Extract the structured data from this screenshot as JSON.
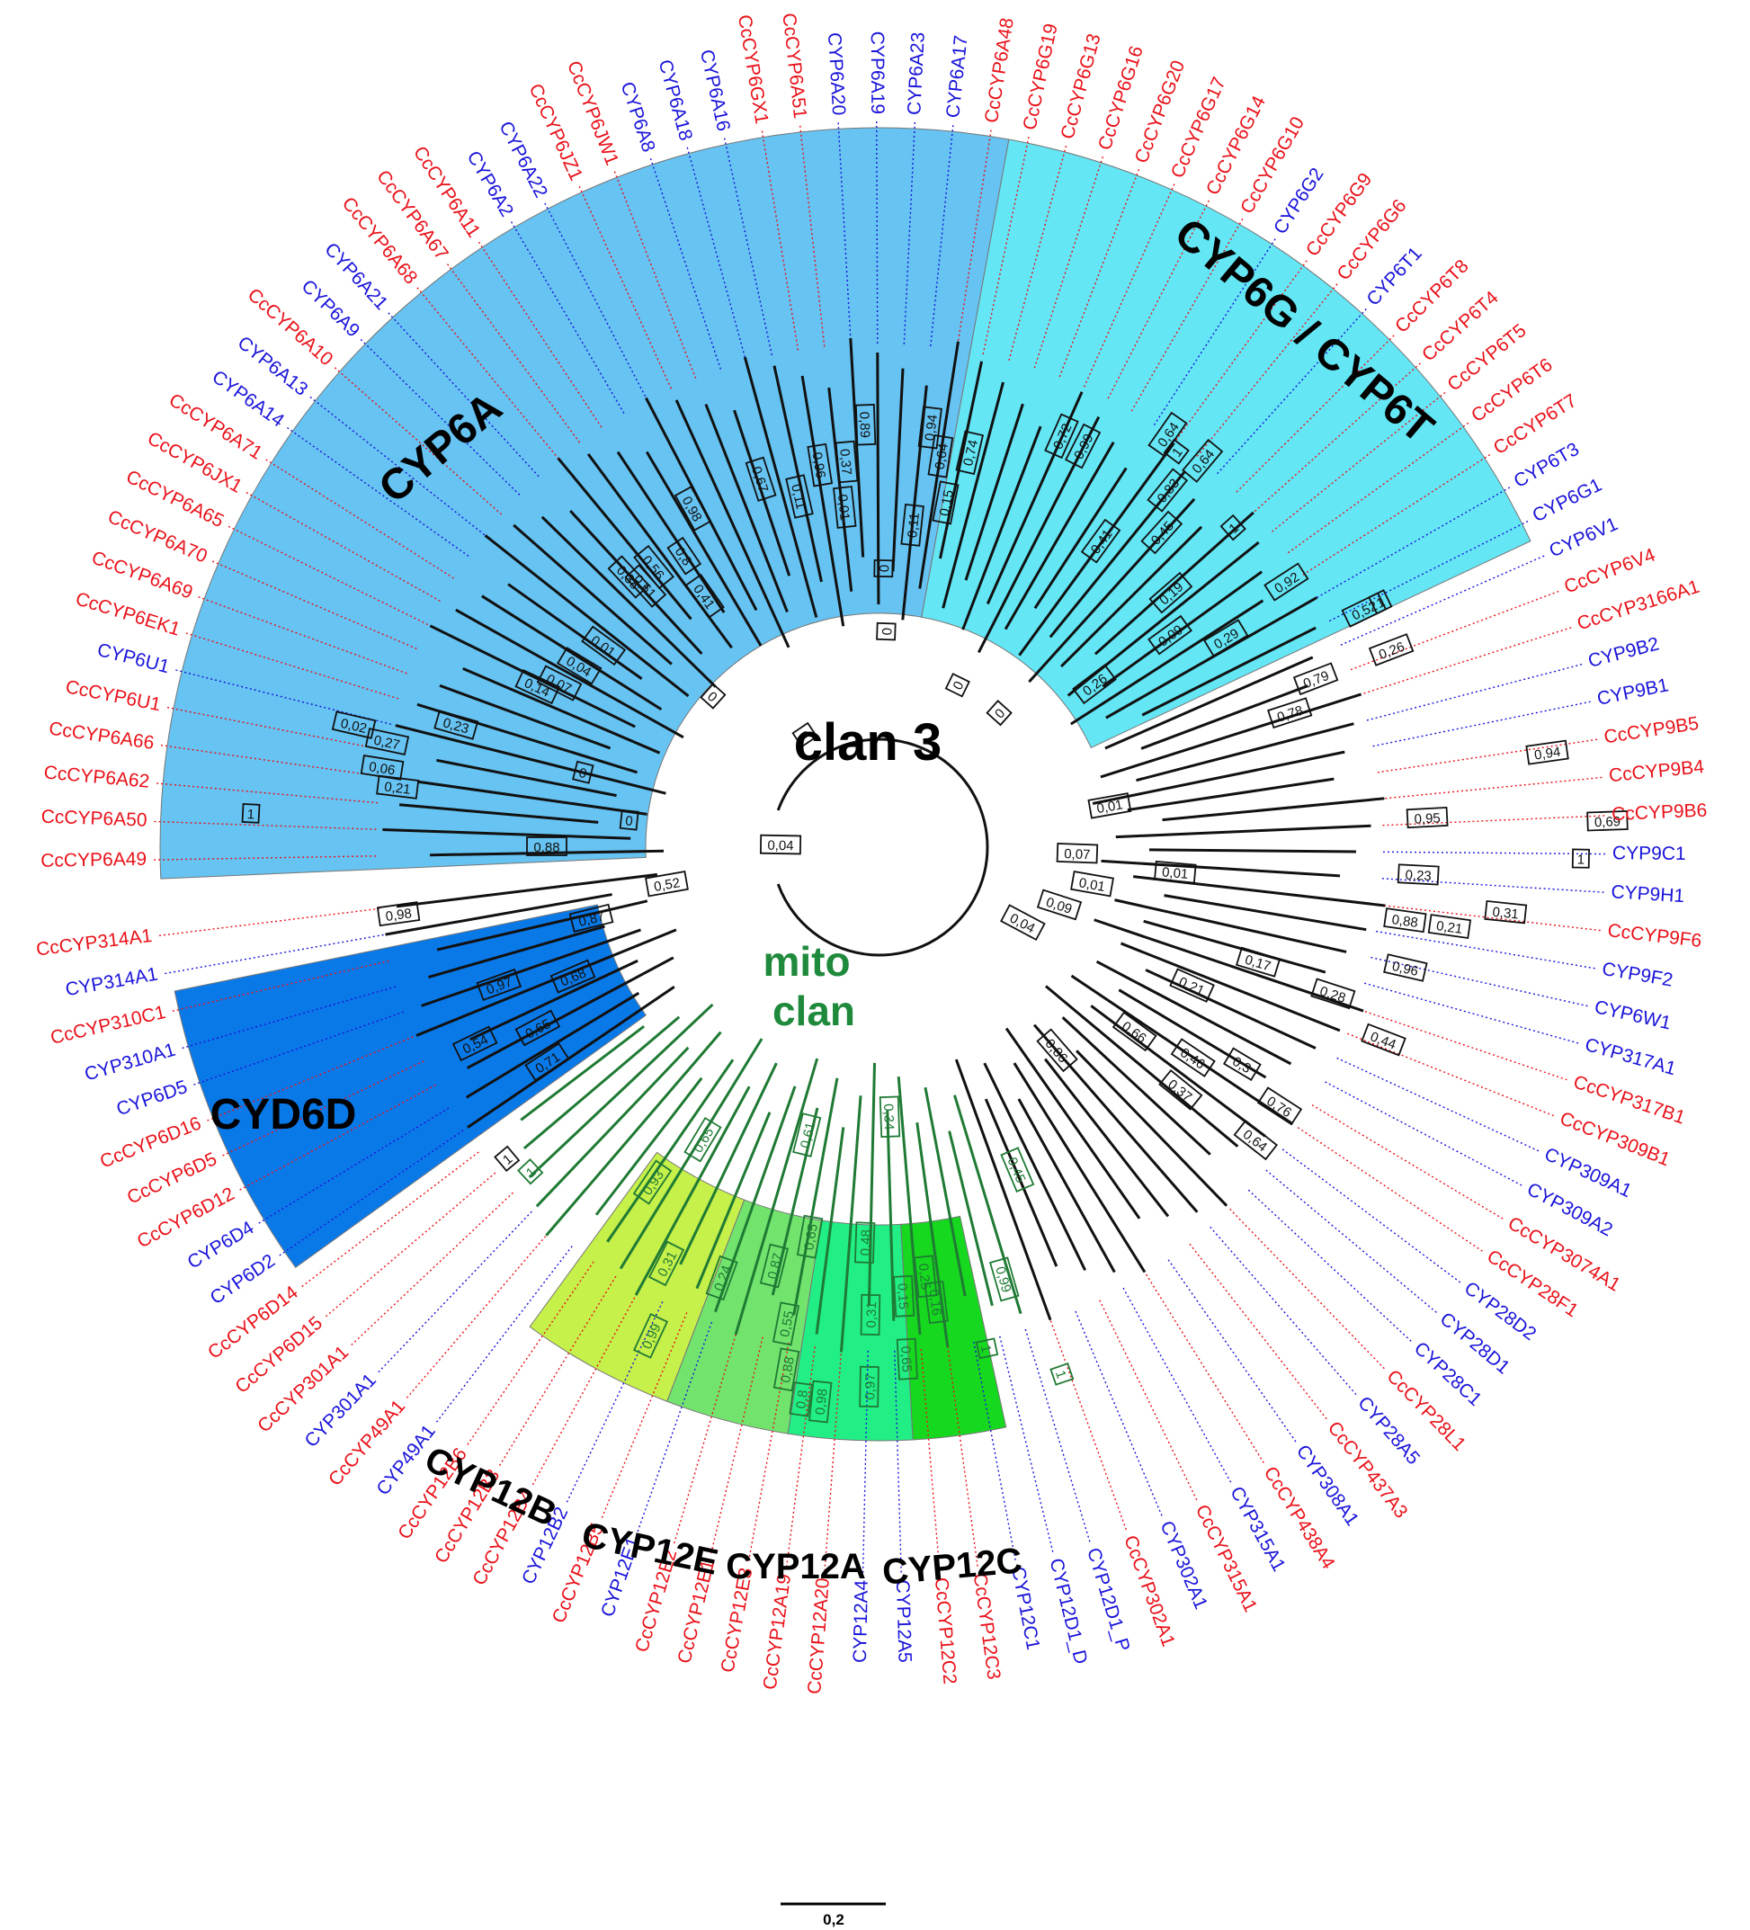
{
  "colors": {
    "cc": "#e8121a",
    "dm": "#1a14d8",
    "branch": "#111111",
    "mito_branch": "#1f7a34",
    "mito_label": "#1f8a3c",
    "cyp6a": "#66c3f2",
    "cyp6g": "#64e6f5",
    "cyd6d": "#0a79e8",
    "cyp12b": "#c6f04a",
    "cyp12e": "#72e46e",
    "cyp12a": "#22ee86",
    "cyp12c": "#16d81e"
  },
  "leaves": [
    {
      "name": "CcCYP6A49",
      "src": "cc"
    },
    {
      "name": "CcCYP6A50",
      "src": "cc"
    },
    {
      "name": "CcCYP6A62",
      "src": "cc"
    },
    {
      "name": "CcCYP6A66",
      "src": "cc"
    },
    {
      "name": "CcCYP6U1",
      "src": "cc"
    },
    {
      "name": "CYP6U1",
      "src": "dm"
    },
    {
      "name": "CcCYP6EK1",
      "src": "cc"
    },
    {
      "name": "CcCYP6A69",
      "src": "cc"
    },
    {
      "name": "CcCYP6A70",
      "src": "cc"
    },
    {
      "name": "CcCYP6A65",
      "src": "cc"
    },
    {
      "name": "CcCYP6JX1",
      "src": "cc"
    },
    {
      "name": "CcCYP6A71",
      "src": "cc"
    },
    {
      "name": "CYP6A14",
      "src": "dm"
    },
    {
      "name": "CYP6A13",
      "src": "dm"
    },
    {
      "name": "CcCYP6A10",
      "src": "cc"
    },
    {
      "name": "CYP6A9",
      "src": "dm"
    },
    {
      "name": "CYP6A21",
      "src": "dm"
    },
    {
      "name": "CcCYP6A68",
      "src": "cc"
    },
    {
      "name": "CcCYP6A67",
      "src": "cc"
    },
    {
      "name": "CcCYP6A11",
      "src": "cc"
    },
    {
      "name": "CYP6A2",
      "src": "dm"
    },
    {
      "name": "CYP6A22",
      "src": "dm"
    },
    {
      "name": "CcCYP6JZ1",
      "src": "cc"
    },
    {
      "name": "CcCYP6JW1",
      "src": "cc"
    },
    {
      "name": "CYP6A8",
      "src": "dm"
    },
    {
      "name": "CYP6A18",
      "src": "dm"
    },
    {
      "name": "CYP6A16",
      "src": "dm"
    },
    {
      "name": "CcCYP6GX1",
      "src": "cc"
    },
    {
      "name": "CcCYP6A51",
      "src": "cc"
    },
    {
      "name": "CYP6A20",
      "src": "dm"
    },
    {
      "name": "CYP6A19",
      "src": "dm"
    },
    {
      "name": "CYP6A23",
      "src": "dm"
    },
    {
      "name": "CYP6A17",
      "src": "dm"
    },
    {
      "name": "CcCYP6A48",
      "src": "cc"
    },
    {
      "name": "CcCYP6G19",
      "src": "cc"
    },
    {
      "name": "CcCYP6G13",
      "src": "cc"
    },
    {
      "name": "CcCYP6G16",
      "src": "cc"
    },
    {
      "name": "CcCYP6G20",
      "src": "cc"
    },
    {
      "name": "CcCYP6G17",
      "src": "cc"
    },
    {
      "name": "CcCYP6G14",
      "src": "cc"
    },
    {
      "name": "CcCYP6G10",
      "src": "cc"
    },
    {
      "name": "CYP6G2",
      "src": "dm"
    },
    {
      "name": "CcCYP6G9",
      "src": "cc"
    },
    {
      "name": "CcCYP6G6",
      "src": "cc"
    },
    {
      "name": "CYP6T1",
      "src": "dm"
    },
    {
      "name": "CcCYP6T8",
      "src": "cc"
    },
    {
      "name": "CcCYP6T4",
      "src": "cc"
    },
    {
      "name": "CcCYP6T5",
      "src": "cc"
    },
    {
      "name": "CcCYP6T6",
      "src": "cc"
    },
    {
      "name": "CcCYP6T7",
      "src": "cc"
    },
    {
      "name": "CYP6T3",
      "src": "dm"
    },
    {
      "name": "CYP6G1",
      "src": "dm"
    },
    {
      "name": "CYP6V1",
      "src": "dm"
    },
    {
      "name": "CcCYP6V4",
      "src": "cc"
    },
    {
      "name": "CcCYP3166A1",
      "src": "cc"
    },
    {
      "name": "CYP9B2",
      "src": "dm"
    },
    {
      "name": "CYP9B1",
      "src": "dm"
    },
    {
      "name": "CcCYP9B5",
      "src": "cc"
    },
    {
      "name": "CcCYP9B4",
      "src": "cc"
    },
    {
      "name": "CcCYP9B6",
      "src": "cc"
    },
    {
      "name": "CYP9C1",
      "src": "dm"
    },
    {
      "name": "CYP9H1",
      "src": "dm"
    },
    {
      "name": "CcCYP9F6",
      "src": "cc"
    },
    {
      "name": "CYP9F2",
      "src": "dm"
    },
    {
      "name": "CYP6W1",
      "src": "dm"
    },
    {
      "name": "CYP317A1",
      "src": "dm"
    },
    {
      "name": "CcCYP317B1",
      "src": "cc"
    },
    {
      "name": "CcCYP309B1",
      "src": "cc"
    },
    {
      "name": "CYP309A1",
      "src": "dm"
    },
    {
      "name": "CYP309A2",
      "src": "dm"
    },
    {
      "name": "CcCYP3074A1",
      "src": "cc"
    },
    {
      "name": "CcCYP28F1",
      "src": "cc"
    },
    {
      "name": "CYP28D2",
      "src": "dm"
    },
    {
      "name": "CYP28D1",
      "src": "dm"
    },
    {
      "name": "CYP28C1",
      "src": "dm"
    },
    {
      "name": "CcCYP28L1",
      "src": "cc"
    },
    {
      "name": "CYP28A5",
      "src": "dm"
    },
    {
      "name": "CcCYP437A3",
      "src": "cc"
    },
    {
      "name": "CYP308A1",
      "src": "dm"
    },
    {
      "name": "CcCYP438A4",
      "src": "cc"
    },
    {
      "name": "CYP315A1",
      "src": "dm"
    },
    {
      "name": "CcCYP315A1",
      "src": "cc"
    },
    {
      "name": "CYP302A1",
      "src": "dm"
    },
    {
      "name": "CcCYP302A1",
      "src": "cc"
    },
    {
      "name": "CYP12D1_P",
      "src": "dm"
    },
    {
      "name": "CYP12D1_D",
      "src": "dm"
    },
    {
      "name": "CYP12C1",
      "src": "dm"
    },
    {
      "name": "CcCYP12C3",
      "src": "cc"
    },
    {
      "name": "CcCYP12C2",
      "src": "cc"
    },
    {
      "name": "CYP12A5",
      "src": "dm"
    },
    {
      "name": "CYP12A4",
      "src": "dm"
    },
    {
      "name": "CcCYP12A20",
      "src": "cc"
    },
    {
      "name": "CcCYP12A19",
      "src": "cc"
    },
    {
      "name": "CcCYP12E3",
      "src": "cc"
    },
    {
      "name": "CcCYP12E1",
      "src": "cc"
    },
    {
      "name": "CcCYP12E2",
      "src": "cc"
    },
    {
      "name": "CYP12E1",
      "src": "dm"
    },
    {
      "name": "CcCYP12B5",
      "src": "cc"
    },
    {
      "name": "CYP12B2",
      "src": "dm"
    },
    {
      "name": "CcCYP12B4",
      "src": "cc"
    },
    {
      "name": "CcCYP12B3",
      "src": "cc"
    },
    {
      "name": "CcCYP12B6",
      "src": "cc"
    },
    {
      "name": "CYP49A1",
      "src": "dm"
    },
    {
      "name": "CcCYP49A1",
      "src": "cc"
    },
    {
      "name": "CYP301A1",
      "src": "dm"
    },
    {
      "name": "CcCYP301A1",
      "src": "cc"
    },
    {
      "name": "CcCYP6D15",
      "src": "cc"
    },
    {
      "name": "CcCYP6D14",
      "src": "cc"
    },
    {
      "name": "CYP6D2",
      "src": "dm"
    },
    {
      "name": "CYP6D4",
      "src": "dm"
    },
    {
      "name": "CcCYP6D12",
      "src": "cc"
    },
    {
      "name": "CcCYP6D5",
      "src": "cc"
    },
    {
      "name": "CcCYP6D16",
      "src": "cc"
    },
    {
      "name": "CYP6D5",
      "src": "dm"
    },
    {
      "name": "CYP310A1",
      "src": "dm"
    },
    {
      "name": "CcCYP310C1",
      "src": "cc"
    },
    {
      "name": "CYP314A1",
      "src": "dm"
    },
    {
      "name": "CcCYP314A1",
      "src": "cc"
    }
  ],
  "clades": [
    {
      "label": "CYP6A",
      "color": "cyp6a",
      "from": 0,
      "to": 33
    },
    {
      "label": "CYP6G / CYP6T",
      "color": "cyp6g",
      "from": 34,
      "to": 51
    },
    {
      "label": "CYD6D",
      "color": "cyd6d",
      "from": 108,
      "to": 115
    },
    {
      "label": "CYP12B",
      "color": "cyp12b",
      "from": 97,
      "to": 101
    },
    {
      "label": "CYP12E",
      "color": "cyp12e",
      "from": 93,
      "to": 96
    },
    {
      "label": "CYP12A",
      "color": "cyp12a",
      "from": 89,
      "to": 92
    },
    {
      "label": "CYP12C",
      "color": "cyp12c",
      "from": 86,
      "to": 88
    }
  ],
  "clan_labels": {
    "clan3": "clan 3",
    "mito_line1": "mito",
    "mito_line2": "clan"
  },
  "supports": [
    {
      "v": "0,88",
      "a": 180,
      "r": 370
    },
    {
      "v": "0,21",
      "a": 187,
      "r": 540
    },
    {
      "v": "0,06",
      "a": 189,
      "r": 560
    },
    {
      "v": "0,27",
      "a": 192,
      "r": 560
    },
    {
      "v": "0,02",
      "a": 193,
      "r": 600
    },
    {
      "v": "0,23",
      "a": 196,
      "r": 490
    },
    {
      "v": "0",
      "a": 194,
      "r": 340
    },
    {
      "v": "0",
      "a": 186,
      "r": 280
    },
    {
      "v": "0,14",
      "a": 205,
      "r": 420
    },
    {
      "v": "0,07",
      "a": 207,
      "r": 400
    },
    {
      "v": "0,04",
      "a": 211,
      "r": 390
    },
    {
      "v": "0,01",
      "a": 216,
      "r": 380
    },
    {
      "v": "0",
      "a": 222,
      "r": 250
    },
    {
      "v": "0,41",
      "a": 235,
      "r": 340
    },
    {
      "v": "0,61",
      "a": 228,
      "r": 390
    },
    {
      "v": "0,38",
      "a": 227,
      "r": 410
    },
    {
      "v": "0,56",
      "a": 231,
      "r": 400
    },
    {
      "v": "0,8",
      "a": 236,
      "r": 390
    },
    {
      "v": "0,98",
      "a": 241,
      "r": 430
    },
    {
      "v": "0",
      "a": 236,
      "r": 150
    },
    {
      "v": "0,67",
      "a": 252,
      "r": 430
    },
    {
      "v": "0,11",
      "a": 257,
      "r": 400
    },
    {
      "v": "0,96",
      "a": 261,
      "r": 430
    },
    {
      "v": "0,37",
      "a": 265,
      "r": 430
    },
    {
      "v": "0,01",
      "a": 264,
      "r": 380
    },
    {
      "v": "0,89",
      "a": 268,
      "r": 470
    },
    {
      "v": "0",
      "a": 271,
      "r": 310
    },
    {
      "v": "0,11",
      "a": 276,
      "r": 360
    },
    {
      "v": "0,94",
      "a": 277,
      "r": 470
    },
    {
      "v": "0,64",
      "a": 279,
      "r": 440
    },
    {
      "v": "0,74",
      "a": 283,
      "r": 450
    },
    {
      "v": "0,15",
      "a": 281,
      "r": 390
    },
    {
      "v": "0",
      "a": 272,
      "r": 240
    },
    {
      "v": "0,72",
      "a": 294,
      "r": 500
    },
    {
      "v": "0,99",
      "a": 297,
      "r": 500
    },
    {
      "v": "0,64",
      "a": 305,
      "r": 560
    },
    {
      "v": "1",
      "a": 307,
      "r": 550
    },
    {
      "v": "0,64",
      "a": 310,
      "r": 560
    },
    {
      "v": "0,83",
      "a": 309,
      "r": 510
    },
    {
      "v": "0,45",
      "a": 312,
      "r": 470
    },
    {
      "v": "1",
      "a": 318,
      "r": 530
    },
    {
      "v": "0,41",
      "a": 306,
      "r": 420
    },
    {
      "v": "0,19",
      "a": 319,
      "r": 430
    },
    {
      "v": "0,92",
      "a": 327,
      "r": 540
    },
    {
      "v": "1",
      "a": 334,
      "r": 620
    },
    {
      "v": "0,52",
      "a": 334,
      "r": 600
    },
    {
      "v": "0,26",
      "a": 339,
      "r": 610
    },
    {
      "v": "0,79",
      "a": 339,
      "r": 520
    },
    {
      "v": "0,29",
      "a": 329,
      "r": 450
    },
    {
      "v": "0,09",
      "a": 324,
      "r": 400
    },
    {
      "v": "0,26",
      "a": 323,
      "r": 300
    },
    {
      "v": "0,78",
      "a": 342,
      "r": 480
    },
    {
      "v": "0",
      "a": 296,
      "r": 200
    },
    {
      "v": "0",
      "a": 312,
      "r": 200
    },
    {
      "v": "0,01",
      "a": 350,
      "r": 260
    },
    {
      "v": "0,07",
      "a": 2,
      "r": 220
    },
    {
      "v": "0,01",
      "a": 10,
      "r": 240
    },
    {
      "v": "0,09",
      "a": 18,
      "r": 210
    },
    {
      "v": "0,04",
      "a": 28,
      "r": 180
    },
    {
      "v": "0,95",
      "a": 357,
      "r": 610
    },
    {
      "v": "0,94",
      "a": 352,
      "r": 750
    },
    {
      "v": "0,69",
      "a": 358,
      "r": 810
    },
    {
      "v": "1",
      "a": 1,
      "r": 780
    },
    {
      "v": "0,23",
      "a": 3,
      "r": 600
    },
    {
      "v": "0,88",
      "a": 8,
      "r": 590
    },
    {
      "v": "0,21",
      "a": 8,
      "r": 640
    },
    {
      "v": "0,31",
      "a": 6,
      "r": 700
    },
    {
      "v": "0,01",
      "a": 5,
      "r": 330
    },
    {
      "v": "0,96",
      "a": 13,
      "r": 600
    },
    {
      "v": "0,17",
      "a": 17,
      "r": 440
    },
    {
      "v": "0,28",
      "a": 18,
      "r": 530
    },
    {
      "v": "0,44",
      "a": 21,
      "r": 600
    },
    {
      "v": "0,21",
      "a": 24,
      "r": 380
    },
    {
      "v": "0,66",
      "a": 36,
      "r": 350
    },
    {
      "v": "0,46",
      "a": 34,
      "r": 420
    },
    {
      "v": "0,3",
      "a": 31,
      "r": 470
    },
    {
      "v": "0,76",
      "a": 33,
      "r": 530
    },
    {
      "v": "0,37",
      "a": 39,
      "r": 430
    },
    {
      "v": "0,64",
      "a": 38,
      "r": 530
    },
    {
      "v": "0,86",
      "a": 49,
      "r": 300
    }
  ],
  "mito_supports": [
    {
      "v": "0,34",
      "a": 88,
      "r": 300
    },
    {
      "v": "0,61",
      "a": 104,
      "r": 330
    },
    {
      "v": "0,65",
      "a": 121,
      "r": 380
    },
    {
      "v": "0,45",
      "a": 67,
      "r": 390
    },
    {
      "v": "0,93",
      "a": 124,
      "r": 450
    },
    {
      "v": "1",
      "a": 137,
      "r": 530
    },
    {
      "v": "0,65",
      "a": 100,
      "r": 440
    },
    {
      "v": "0,48",
      "a": 92,
      "r": 440
    },
    {
      "v": "0,87",
      "a": 104,
      "r": 480
    },
    {
      "v": "0,24",
      "a": 110,
      "r": 510
    },
    {
      "v": "0,31",
      "a": 117,
      "r": 520
    },
    {
      "v": "0,99",
      "a": 115,
      "r": 600
    },
    {
      "v": "0,55",
      "a": 101,
      "r": 540
    },
    {
      "v": "0,88",
      "a": 100,
      "r": 590
    },
    {
      "v": "0,8",
      "a": 98,
      "r": 620
    },
    {
      "v": "0,31",
      "a": 91,
      "r": 520
    },
    {
      "v": "0,15",
      "a": 87,
      "r": 500
    },
    {
      "v": "0,98",
      "a": 96,
      "r": 620
    },
    {
      "v": "0,97",
      "a": 91,
      "r": 600
    },
    {
      "v": "0,25",
      "a": 84,
      "r": 480
    },
    {
      "v": "0,65",
      "a": 87,
      "r": 570
    },
    {
      "v": "0,16",
      "a": 83,
      "r": 510
    },
    {
      "v": "0,99",
      "a": 74,
      "r": 500
    },
    {
      "v": "1",
      "a": 71,
      "r": 620
    },
    {
      "v": "1",
      "a": 78,
      "r": 570
    }
  ],
  "root_supports": [
    {
      "v": "1",
      "a": 183,
      "r": 700
    },
    {
      "v": "0,98",
      "a": 172,
      "r": 540
    },
    {
      "v": "0,04",
      "a": 181,
      "r": 110
    },
    {
      "v": "0,52",
      "a": 170,
      "r": 240
    },
    {
      "v": "0,87",
      "a": 166,
      "r": 330
    },
    {
      "v": "0,97",
      "a": 160,
      "r": 450
    },
    {
      "v": "0,68",
      "a": 157,
      "r": 370
    },
    {
      "v": "0,54",
      "a": 154,
      "r": 500
    },
    {
      "v": "0,65",
      "a": 152,
      "r": 430
    },
    {
      "v": "0,71",
      "a": 147,
      "r": 440
    },
    {
      "v": "1",
      "a": 140,
      "r": 540
    }
  ],
  "scale": {
    "label": "0,2"
  }
}
